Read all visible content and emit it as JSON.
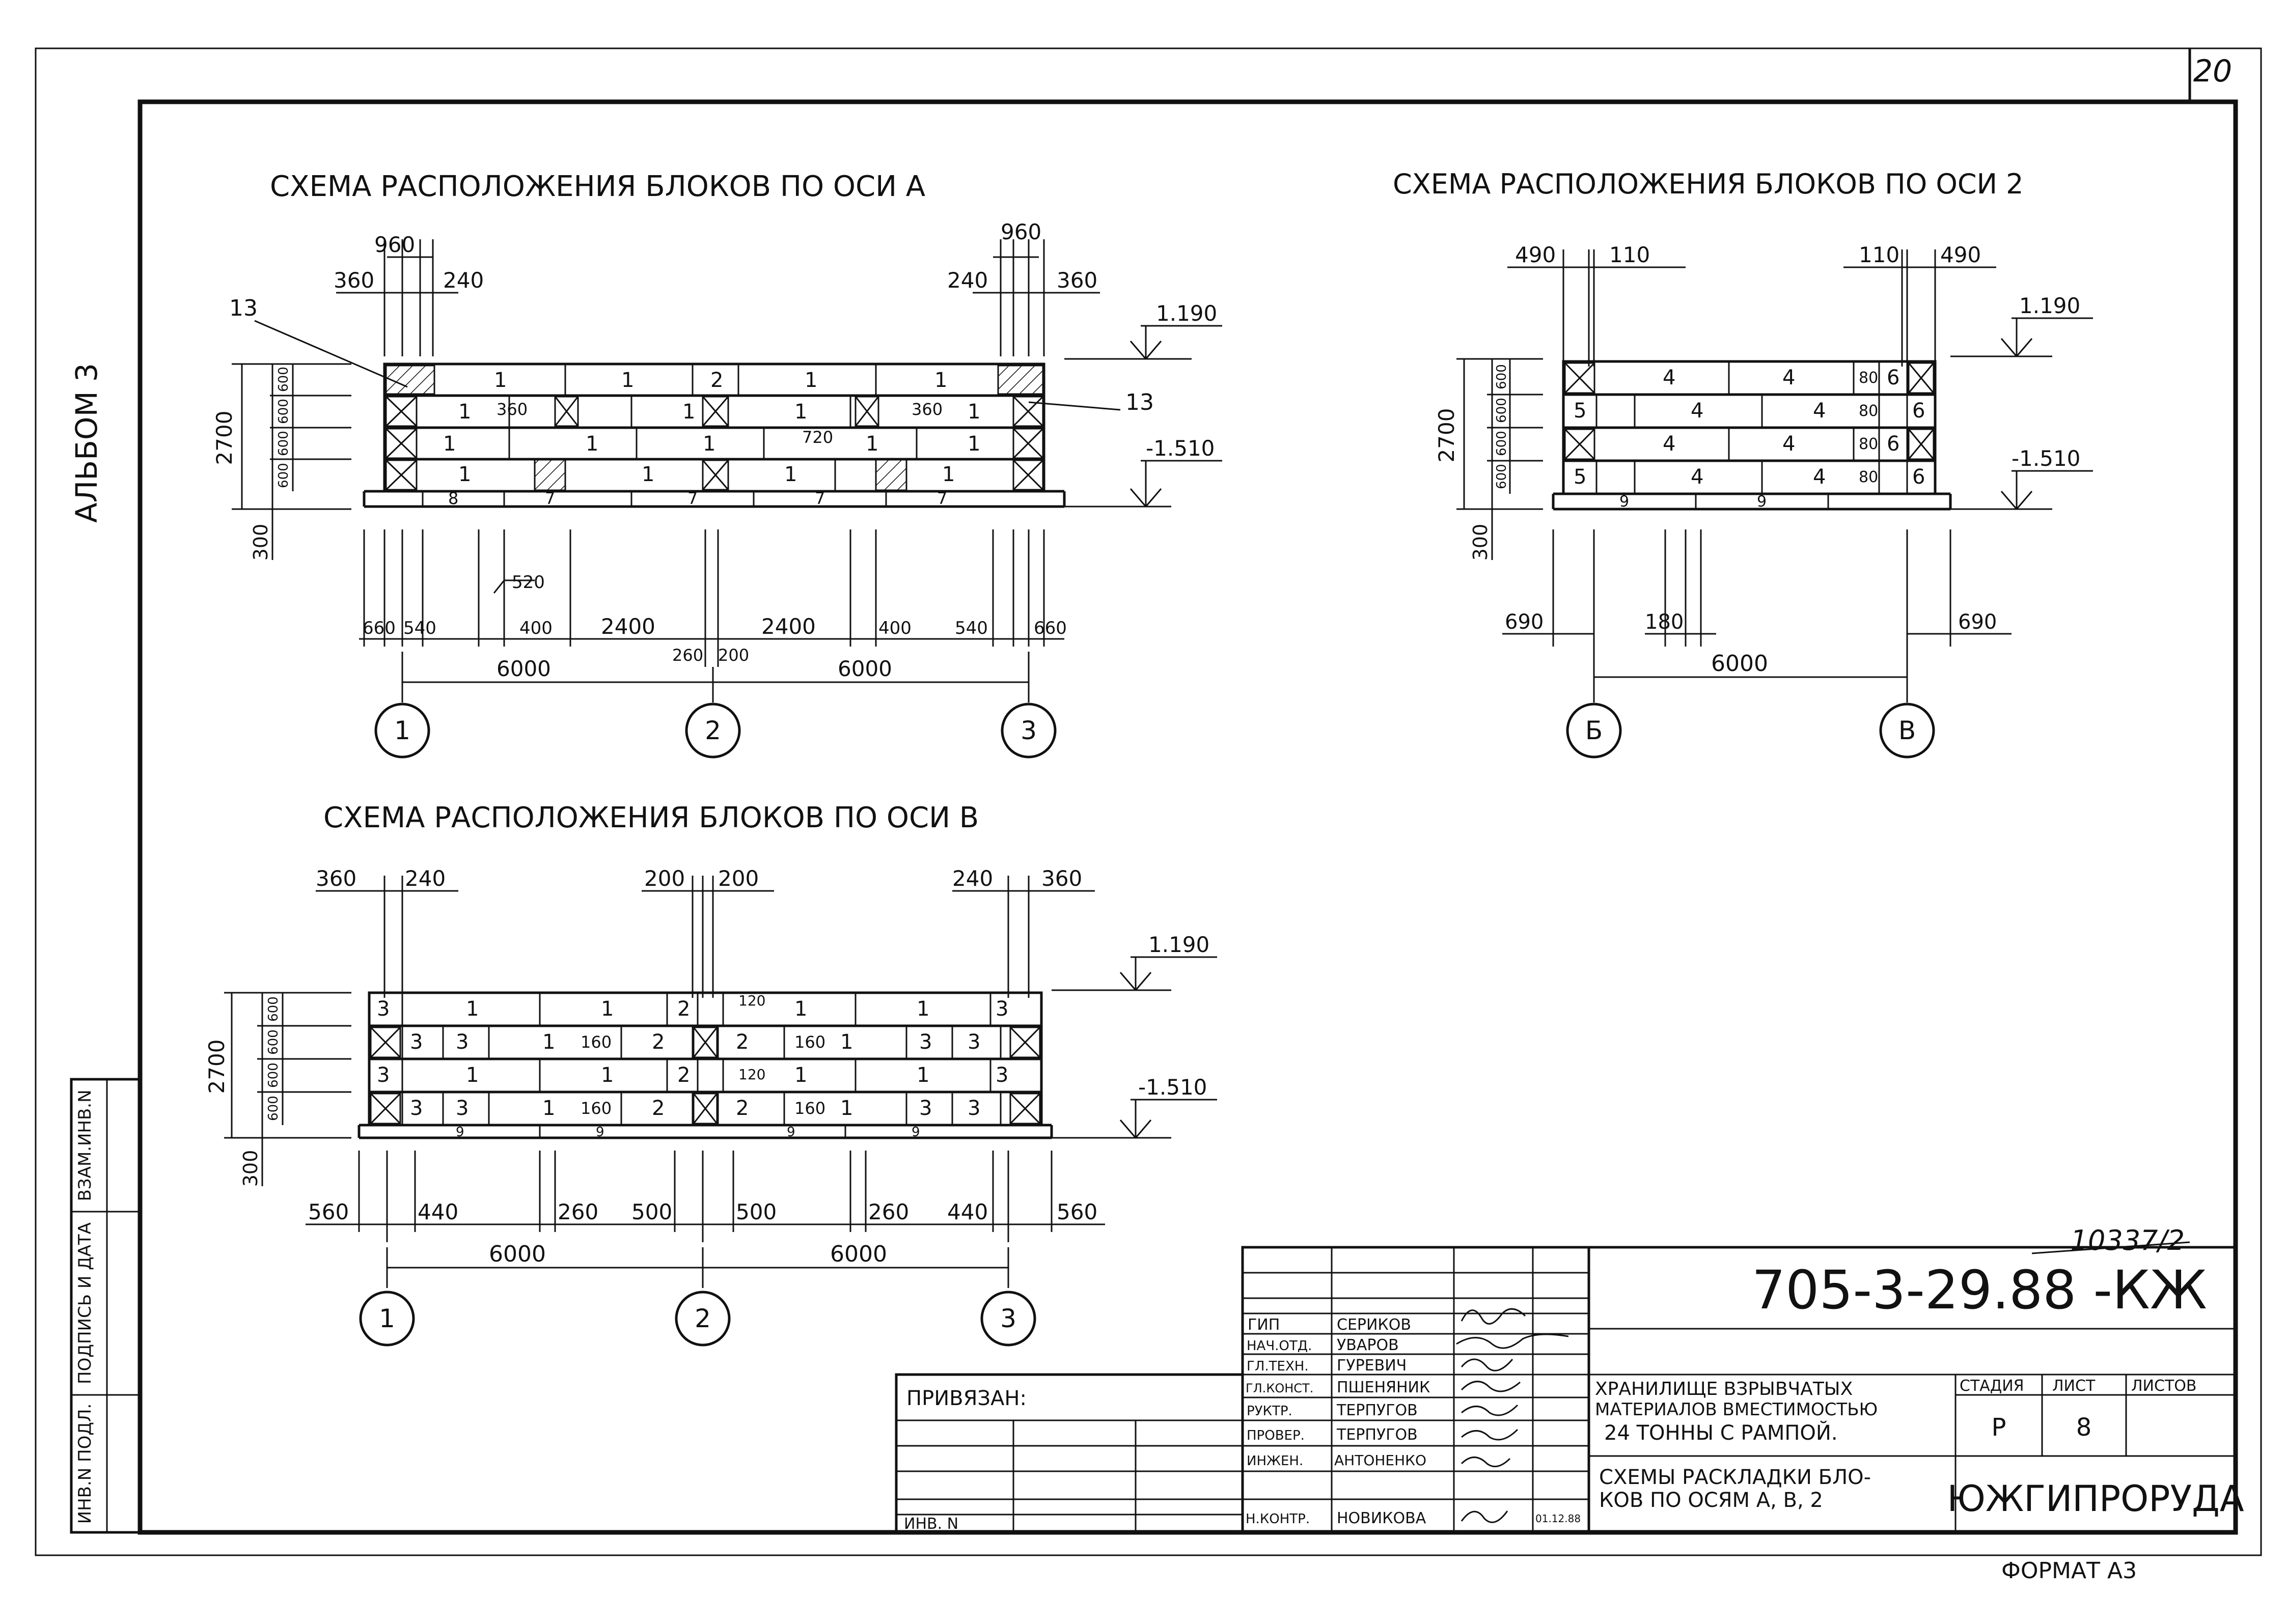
{
  "sheet_number": "20",
  "album": "АЛЬБОМ 3",
  "format": "ФОРМАТ А3",
  "copy_number": "10337/2",
  "stamp": {
    "code": "705-3-29.88 -КЖ",
    "object": [
      "ХРАНИЛИЩЕ ВЗРЫВЧАТЫХ",
      "МАТЕРИАЛОВ ВМЕСТИМОСТЬЮ",
      "24 ТОННЫ С РАМПОЙ."
    ],
    "sheet_title": [
      "СХЕМЫ РАСКЛАДКИ БЛО-",
      "КОВ ПО ОСЯМ А, В, 2"
    ],
    "stage_label": "СТАДИЯ",
    "sheet_label": "ЛИСТ",
    "sheets_label": "ЛИСТОВ",
    "stage": "Р",
    "sheet": "8",
    "organization": "ЮЖГИПРОРУДА",
    "bound_label": "ПРИВЯЗАН:",
    "inv_label": "ИНВ. N",
    "date": "01.12.88",
    "staff": [
      {
        "role": "ГИП",
        "name": "СЕРИКОВ"
      },
      {
        "role": "НАЧ.ОТД.",
        "name": "УВАРОВ"
      },
      {
        "role": "ГЛ.ТЕХН.",
        "name": "ГУРЕВИЧ"
      },
      {
        "role": "ГЛ.КОНСТ.",
        "name": "ПШЕНЯНИК"
      },
      {
        "role": "РУКТР.",
        "name": "ТЕРПУГОВ"
      },
      {
        "role": "ПРОВЕР.",
        "name": "ТЕРПУГОВ"
      },
      {
        "role": "ИНЖЕН.",
        "name": "АНТОНЕНКО"
      },
      {
        "role": "Н.КОНТР.",
        "name": "НОВИКОВА"
      }
    ]
  },
  "side_strip": [
    "ИНВ.N ПОДЛ.",
    "ПОДПИСЬ И ДАТА",
    "ВЗАМ.ИНВ.N"
  ],
  "scheme_a": {
    "title": "СХЕМА РАСПОЛОЖЕНИЯ БЛОКОВ ПО ОСИ А",
    "top_dims": [
      "960",
      "360",
      "240",
      "960",
      "240",
      "360"
    ],
    "callouts": [
      "13",
      "13"
    ],
    "levels": [
      "1.190",
      "-1.510"
    ],
    "height_total": "2700",
    "height_base": "300",
    "course_height": "600",
    "row1": [
      "1",
      "1",
      "2",
      "1",
      "1"
    ],
    "row2": [
      "1",
      "360",
      "1",
      "1",
      "360",
      "1"
    ],
    "row3": [
      "1",
      "1",
      "1",
      "720",
      "1",
      "1"
    ],
    "row4": [
      "1",
      "1",
      "1",
      "1"
    ],
    "base_row": [
      "8",
      "7",
      "7",
      "7",
      "7"
    ],
    "bottom_dims": [
      "520",
      "660",
      "540",
      "400",
      "2400",
      "260",
      "200",
      "2400",
      "400",
      "540",
      "660"
    ],
    "span_dims": [
      "6000",
      "6000"
    ],
    "axes": [
      "1",
      "2",
      "3"
    ]
  },
  "scheme_2": {
    "title": "СХЕМА РАСПОЛОЖЕНИЯ БЛОКОВ ПО ОСИ 2",
    "top_dims": [
      "490",
      "110",
      "110",
      "490"
    ],
    "levels": [
      "1.190",
      "-1.510"
    ],
    "height_total": "2700",
    "height_base": "300",
    "course_height": "600",
    "rows": [
      [
        "4",
        "4",
        "80",
        "6"
      ],
      [
        "5",
        "4",
        "4",
        "80",
        "6"
      ],
      [
        "4",
        "4",
        "80",
        "6"
      ],
      [
        "5",
        "4",
        "4",
        "80",
        "6"
      ]
    ],
    "base_row": [
      "9",
      "9"
    ],
    "bottom_dims": [
      "690",
      "180",
      "690"
    ],
    "span_dims": [
      "6000"
    ],
    "axes": [
      "Б",
      "В"
    ]
  },
  "scheme_b": {
    "title": "СХЕМА РАСПОЛОЖЕНИЯ БЛОКОВ ПО ОСИ В",
    "top_dims": [
      "360",
      "240",
      "200",
      "200",
      "240",
      "360"
    ],
    "levels": [
      "1.190",
      "-1.510"
    ],
    "height_total": "2700",
    "height_base": "300",
    "course_height": "600",
    "rows": [
      [
        "3",
        "1",
        "1",
        "2",
        "120",
        "1",
        "1",
        "3"
      ],
      [
        "3",
        "3",
        "1",
        "160",
        "2",
        "2",
        "160",
        "1",
        "3",
        "3"
      ],
      [
        "3",
        "1",
        "1",
        "2",
        "120",
        "1",
        "1",
        "3"
      ],
      [
        "3",
        "3",
        "1",
        "160",
        "2",
        "2",
        "160",
        "1",
        "3",
        "3"
      ]
    ],
    "base_row": [
      "9",
      "9",
      "9",
      "9"
    ],
    "bottom_dims": [
      "560",
      "440",
      "260",
      "500",
      "500",
      "260",
      "440",
      "560"
    ],
    "span_dims": [
      "6000",
      "6000"
    ],
    "axes": [
      "1",
      "2",
      "3"
    ]
  }
}
